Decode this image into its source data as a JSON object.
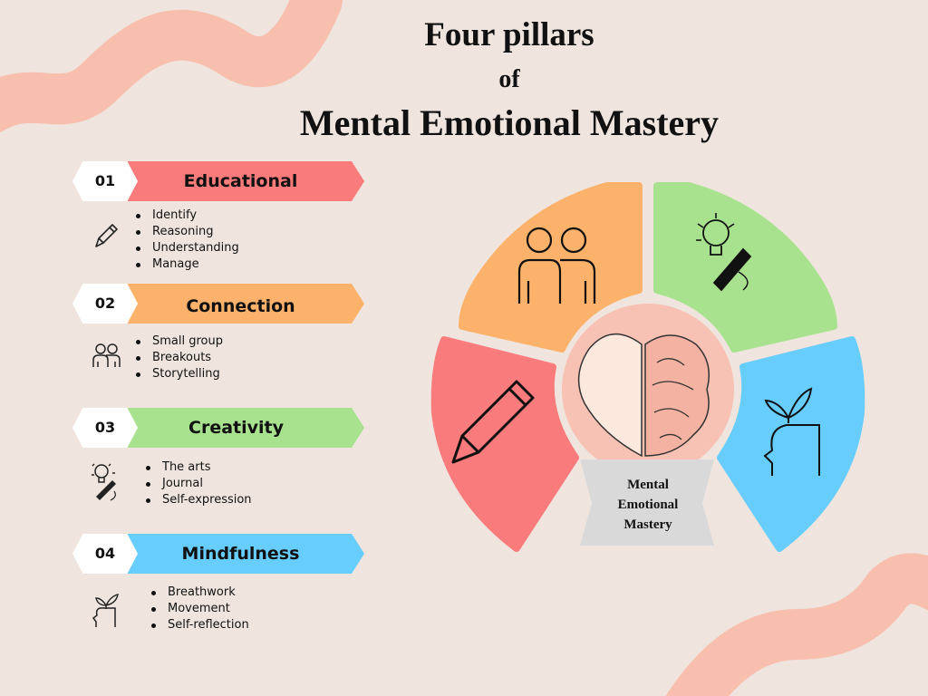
{
  "title": {
    "line1": "Four pillars",
    "line2": "of",
    "line3": "Mental Emotional Mastery"
  },
  "colors": {
    "background": "#efe5de",
    "decoration": "#f8bfae",
    "educational": "#f97b7b",
    "connection": "#fcb26b",
    "creativity": "#a8e28f",
    "mindfulness": "#66cdfc",
    "center": "#f7c2b4",
    "banner": "#d9d9d9"
  },
  "pillars": [
    {
      "number": "01",
      "label": "Educational",
      "icon": "pencil-icon",
      "items": [
        "Identify",
        "Reasoning",
        "Understanding",
        "Manage"
      ]
    },
    {
      "number": "02",
      "label": "Connection",
      "icon": "people-icon",
      "items": [
        "Small group",
        "Breakouts",
        "Storytelling"
      ]
    },
    {
      "number": "03",
      "label": "Creativity",
      "icon": "creativity-icon",
      "items": [
        "The arts",
        "Journal",
        "Self-expression"
      ]
    },
    {
      "number": "04",
      "label": "Mindfulness",
      "icon": "mind-growth-icon",
      "items": [
        "Breathwork",
        "Movement",
        "Self-reflection"
      ]
    }
  ],
  "wheel": {
    "center_icon": "heart-brain-icon",
    "banner_lines": [
      "Mental",
      "Emotional",
      "Mastery"
    ]
  }
}
